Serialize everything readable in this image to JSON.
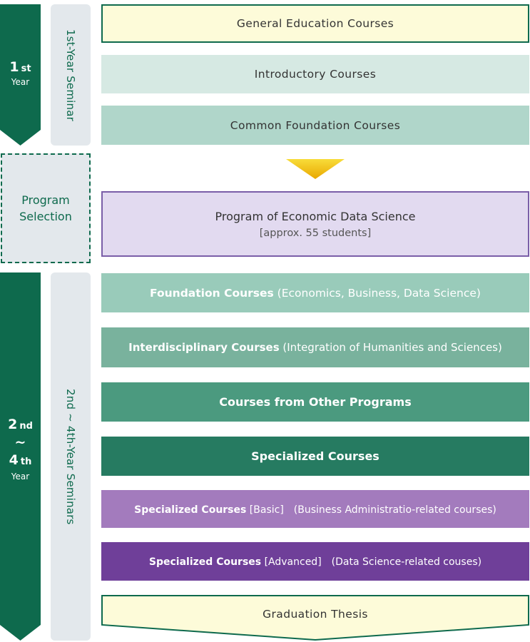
{
  "year1": {
    "num": "1",
    "suffix": "st",
    "label": "Year"
  },
  "seminar1": "1st-Year Seminar",
  "program_selection": {
    "line1": "Program",
    "line2": "Selection"
  },
  "year2": {
    "start_num": "2",
    "start_suffix": "nd",
    "tilde": "~",
    "end_num": "4",
    "end_suffix": "th",
    "label": "Year"
  },
  "seminar2": "2nd ~ 4th-Year Seminars",
  "boxes": {
    "general": "General Education Courses",
    "introductory": "Introductory Courses",
    "common": "Common Foundation Courses",
    "program_title": "Program of Economic Data Science",
    "program_sub": "[approx. 55 students]",
    "foundation_bold": "Foundation Courses",
    "foundation_rest": " (Economics, Business, Data Science)",
    "interdisc_bold": "Interdisciplinary Courses",
    "interdisc_rest": " (Integration of Humanities and Sciences)",
    "other": "Courses from Other Programs",
    "specialized": "Specialized Courses",
    "basic_bold": "Specialized Courses",
    "basic_rest": " [Basic]　(Business Administratio-related courses)",
    "advanced_bold": "Specialized Courses",
    "advanced_rest": " [Advanced]　(Data Science-related couses)",
    "thesis": "Graduation Thesis"
  },
  "colors": {
    "dark_green": "#0e6a4d",
    "seminar_bg": "#e3e8ec",
    "general_bg": "#fdfbd9",
    "intro_bg": "#d6e9e3",
    "common_bg": "#b0d6ca",
    "program_bg": "#e2daf0",
    "program_border": "#7a5ea8",
    "foundation_bg": "#99cbba",
    "interdisc_bg": "#79b29d",
    "other_bg": "#4b9a7f",
    "specialized_bg": "#267b61",
    "basic_bg": "#a37bbd",
    "advanced_bg": "#6f3f99",
    "arrow_yellow": "#f2c300"
  }
}
